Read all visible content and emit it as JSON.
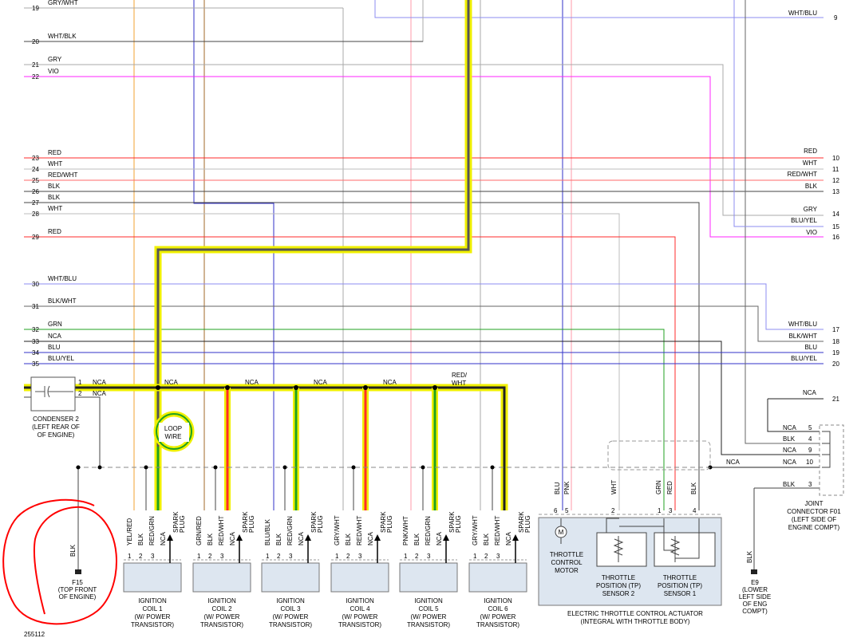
{
  "colors": {
    "red": "#ff2b2b",
    "white": "#bcbcbc",
    "black": "#444444",
    "gray": "#a8a8a8",
    "violet": "#ff26ff",
    "blue": "#3232c8",
    "green": "#20a020",
    "yellow": "#f0f000",
    "orange": "#f0a030",
    "pink": "#ff9aa8",
    "brown": "#a0682a",
    "lightblue": "#8c8cf0",
    "annotation": "#ff0000"
  },
  "left_pins": [
    {
      "num": "19",
      "label": "GRY/WHT"
    },
    {
      "num": "20",
      "label": "WHT/BLK"
    },
    {
      "num": "21",
      "label": "GRY"
    },
    {
      "num": "22",
      "label": "VIO"
    },
    {
      "num": "23",
      "label": "RED"
    },
    {
      "num": "24",
      "label": "WHT"
    },
    {
      "num": "25",
      "label": "RED/WHT"
    },
    {
      "num": "26",
      "label": "BLK"
    },
    {
      "num": "27",
      "label": "BLK"
    },
    {
      "num": "28",
      "label": "WHT"
    },
    {
      "num": "29",
      "label": "RED"
    },
    {
      "num": "30",
      "label": "WHT/BLU"
    },
    {
      "num": "31",
      "label": "BLK/WHT"
    },
    {
      "num": "32",
      "label": "GRN"
    },
    {
      "num": "33",
      "label": "NCA"
    },
    {
      "num": "34",
      "label": "BLU"
    },
    {
      "num": "35",
      "label": "BLU/YEL"
    }
  ],
  "right_pins": [
    {
      "num": "9",
      "label": "WHT/BLU"
    },
    {
      "num": "10",
      "label": "RED"
    },
    {
      "num": "11",
      "label": "WHT"
    },
    {
      "num": "12",
      "label": "RED/WHT"
    },
    {
      "num": "13",
      "label": "BLK"
    },
    {
      "num": "14",
      "label": "GRY"
    },
    {
      "num": "15",
      "label": "BLU/YEL"
    },
    {
      "num": "16",
      "label": "VIO"
    },
    {
      "num": "17",
      "label": "WHT/BLU"
    },
    {
      "num": "18",
      "label": "BLK/WHT"
    },
    {
      "num": "19",
      "label": "BLU"
    },
    {
      "num": "20",
      "label": "BLU/YEL"
    }
  ],
  "condenser": {
    "pin1": "1",
    "pin1_wire": "NCA",
    "pin2": "2",
    "pin2_wire": "NCA",
    "label": [
      "CONDENSER 2",
      "(LEFT REAR OF",
      "OF ENGINE)"
    ]
  },
  "bus_labels": [
    "NCA",
    "NCA",
    "NCA",
    "NCA"
  ],
  "bus_end_label": [
    "RED/",
    "WHT"
  ],
  "loop_wire": [
    "LOOP",
    "WIRE"
  ],
  "ground_f15": {
    "wire": "BLK",
    "label": [
      "F15",
      "(TOP FRONT",
      "OF ENGINE)"
    ]
  },
  "coils": [
    {
      "wires": [
        "YEL/RED",
        "BLK",
        "RED/GRN",
        "NCA"
      ],
      "label": [
        "IGNITION",
        "COIL 1",
        "(W/ POWER",
        "TRANSISTOR)"
      ]
    },
    {
      "wires": [
        "GRN/RED",
        "BLK",
        "RED/WHT",
        "NCA"
      ],
      "label": [
        "IGNITION",
        "COIL 2",
        "(W/ POWER",
        "TRANSISTOR)"
      ]
    },
    {
      "wires": [
        "BLU/BLK",
        "BLK",
        "RED/GRN",
        "NCA"
      ],
      "label": [
        "IGNITION",
        "COIL 3",
        "(W/ POWER",
        "TRANSISTOR)"
      ]
    },
    {
      "wires": [
        "GRY/WHT",
        "BLK",
        "RED/WHT",
        "NCA"
      ],
      "label": [
        "IGNITION",
        "COIL 4",
        "(W/ POWER",
        "TRANSISTOR)"
      ]
    },
    {
      "wires": [
        "PNK/WHT",
        "BLK",
        "RED/GRN",
        "NCA"
      ],
      "label": [
        "IGNITION",
        "COIL 5",
        "(W/ POWER",
        "TRANSISTOR)"
      ]
    },
    {
      "wires": [
        "GRY/WHT",
        "BLK",
        "RED/WHT",
        "NCA"
      ],
      "label": [
        "IGNITION",
        "COIL 6",
        "(W/ POWER",
        "TRANSISTOR)"
      ]
    }
  ],
  "coil_pins": [
    "1",
    "2",
    "3"
  ],
  "spark_plug": [
    "SPARK",
    "PLUG"
  ],
  "actuator": {
    "pins": [
      {
        "num": "6",
        "wire": "BLU"
      },
      {
        "num": "5",
        "wire": "PNK"
      },
      {
        "num": "2",
        "wire": "WHT"
      },
      {
        "num": "1",
        "wire": "GRN"
      },
      {
        "num": "3",
        "wire": "RED"
      },
      {
        "num": "4",
        "wire": "BLK"
      }
    ],
    "motor_symbol": "M",
    "motor": [
      "THROTTLE",
      "CONTROL",
      "MOTOR"
    ],
    "sensor2": [
      "THROTTLE",
      "POSITION (TP)",
      "SENSOR 2"
    ],
    "sensor1": [
      "THROTTLE",
      "POSITION (TP)",
      "SENSOR 1"
    ],
    "label": [
      "ELECTRIC THROTTLE CONTROL ACTUATOR",
      "(INTEGRAL WITH THROTTLE BODY)"
    ]
  },
  "joint": {
    "top_wire": "NCA",
    "top_num": "21",
    "pins": [
      {
        "num": "5",
        "wire": "NCA"
      },
      {
        "num": "4",
        "wire": "BLK"
      },
      {
        "num": "9",
        "wire": "NCA"
      },
      {
        "num": "10",
        "wire": "NCA"
      },
      {
        "num": "3",
        "wire": "BLK"
      }
    ],
    "feed_label": "NCA",
    "label": [
      "JOINT",
      "CONNECTOR F01",
      "(LEFT SIDE OF",
      "ENGINE COMPT)"
    ]
  },
  "ground_e9": {
    "wire": "BLK",
    "label": [
      "E9",
      "(LOWER",
      "LEFT SIDE",
      "OF ENG",
      "COMPT)"
    ]
  },
  "figure_id": "255112"
}
